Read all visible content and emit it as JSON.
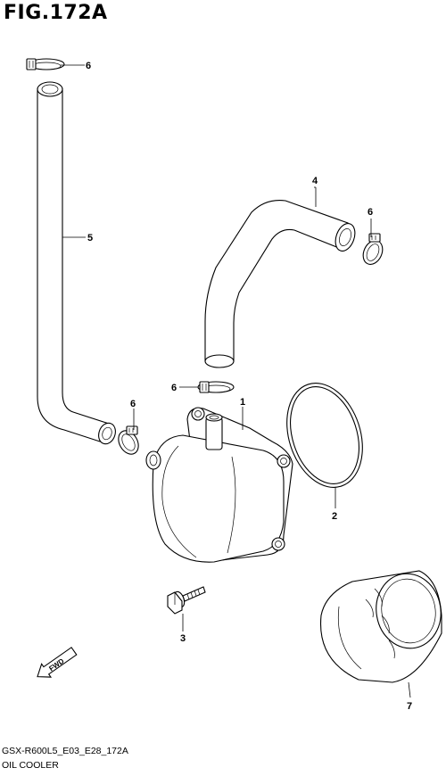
{
  "figure": {
    "title": "FIG.172A"
  },
  "footer": {
    "model_code": "GSX-R600L5_E03_E28_172A",
    "section_name": "OIL COOLER"
  },
  "parts": {
    "oil_cooler": {
      "ref": "1"
    },
    "o_ring": {
      "ref": "2"
    },
    "bolt": {
      "ref": "3"
    },
    "hose_upper": {
      "ref": "4"
    },
    "hose_lower": {
      "ref": "5"
    },
    "clamp_top": {
      "ref": "6"
    },
    "clamp_right": {
      "ref": "6"
    },
    "clamp_mid": {
      "ref": "6"
    },
    "clamp_left": {
      "ref": "6"
    },
    "oil_filter": {
      "ref": "7"
    }
  },
  "direction_badge": {
    "text": "FWD"
  }
}
